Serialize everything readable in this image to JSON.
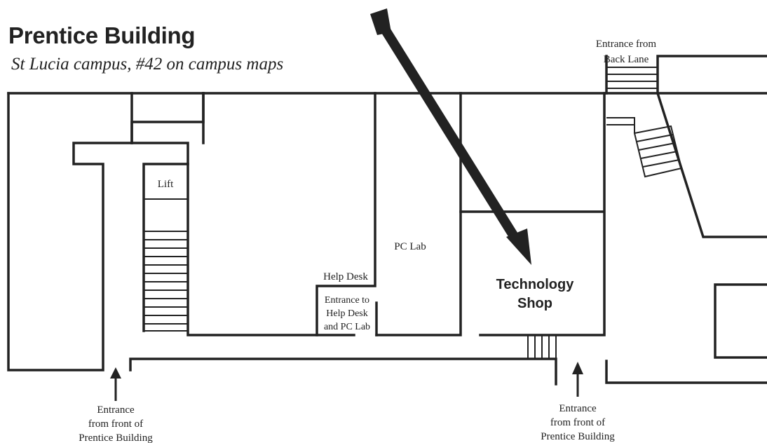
{
  "map": {
    "title": "Prentice Building",
    "subtitle": "St Lucia campus, #42 on campus maps",
    "labels": {
      "back_entrance": [
        "Entrance from",
        "Back Lane"
      ],
      "lift": "Lift",
      "pc_lab": "PC Lab",
      "help_desk": "Help Desk",
      "helpdesk_entrance": [
        "Entrance to",
        "Help Desk",
        "and PC Lab"
      ],
      "shop": [
        "Technology",
        "Shop"
      ],
      "front_entrance_left": [
        "Entrance",
        "from front of",
        "Prentice Building"
      ],
      "front_entrance_right": [
        "Entrance",
        "from front of",
        "Prentice Building"
      ]
    },
    "colors": {
      "ink": "#222222",
      "background": "#ffffff"
    },
    "icons": {
      "pointer": "large-arrow-icon",
      "entrance": "arrow-up-icon"
    }
  }
}
